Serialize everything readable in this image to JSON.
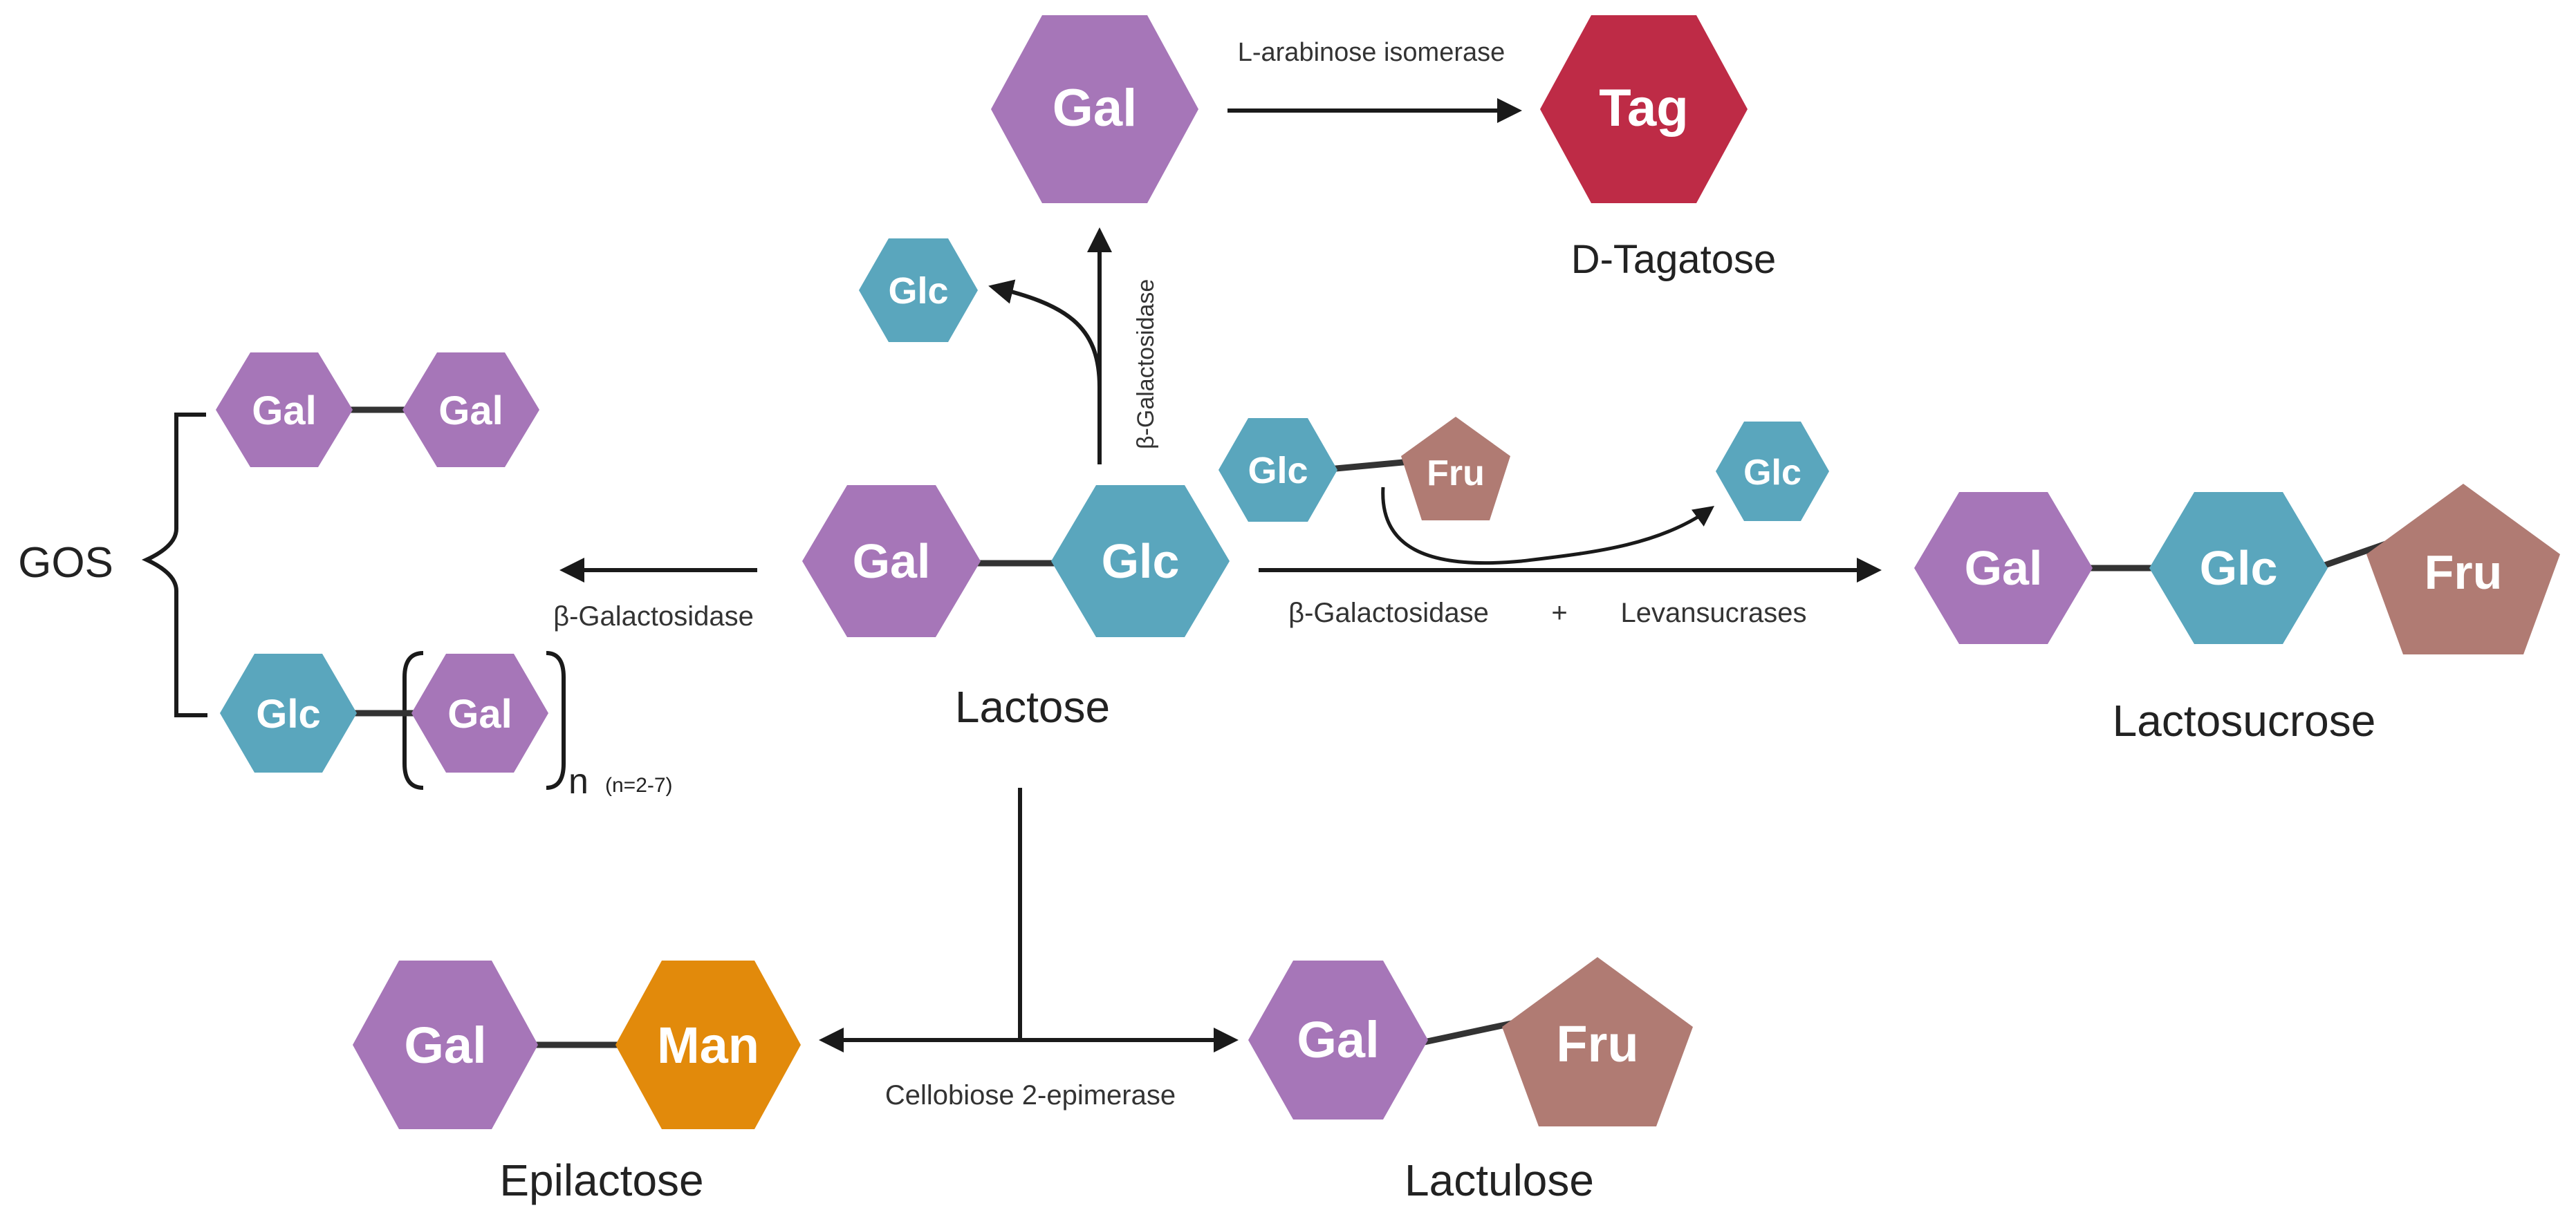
{
  "colors": {
    "Gal": "#a676b8",
    "Glc": "#5aa6bd",
    "Fru": "#b07b73",
    "Tag": "#be2b46",
    "Man": "#e28a0b"
  },
  "units": {
    "gal": "Gal",
    "glc": "Glc",
    "fru": "Fru",
    "tag": "Tag",
    "man": "Man"
  },
  "labels": {
    "lactose": "Lactose",
    "tagatose": "D-Tagatose",
    "lactosucrose": "Lactosucrose",
    "epilactose": "Epilactose",
    "lactulose": "Lactulose",
    "gos": "GOS",
    "gos_n": "n",
    "gos_range": "(n=2-7)"
  },
  "enzymes": {
    "arabinose_isomerase": "L-arabinose isomerase",
    "galactosidase_vertical": "β-Galactosidase",
    "galactosidase_gos": "β-Galactosidase",
    "galactosidase_right": "β-Galactosidase",
    "plus": "+",
    "levansucrases": "Levansucrases",
    "cellobiose_epimerase": "Cellobiose 2-epimerase"
  }
}
